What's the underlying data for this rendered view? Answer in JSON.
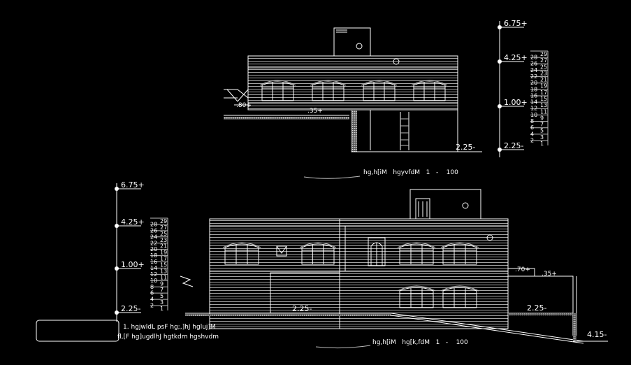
{
  "colors": {
    "background": "#000000",
    "lines": "#ffffff",
    "hatch": "#cfcfcf"
  },
  "top_view": {
    "title": "hg,h[iM   hgyvfdM   1   -    100",
    "levels": [
      "6.75+",
      "4.25+",
      "1.00+",
      "2.25-"
    ],
    "dims": {
      "stair": ".80+",
      "base": ".35+",
      "ground": "2.25-"
    },
    "step_numbers_left": [
      "28",
      "26",
      "24",
      "22",
      "20",
      "18",
      "16",
      "14",
      "12",
      "10",
      "8",
      "6",
      "4",
      "2"
    ],
    "step_numbers_right": [
      "29",
      "27",
      "25",
      "23",
      "21",
      "19",
      "17",
      "15",
      "13",
      "11",
      "9",
      "7",
      "5",
      "3",
      "1"
    ]
  },
  "bottom_view": {
    "title": "hg,h[iM   hg[k,fdM   1   -    100",
    "levels": [
      "6.75+",
      "4.25+",
      "1.00+",
      "2.25-"
    ],
    "dims": {
      "garage": "2.25-",
      "terrace_upper": ".70+",
      "terrace": ".35+",
      "terrace_ground": "2.25-",
      "low_ground": "4.15-"
    },
    "step_numbers_left": [
      "28",
      "26",
      "24",
      "22",
      "20",
      "18",
      "16",
      "14",
      "12",
      "10",
      "8",
      "6",
      "4",
      "2"
    ],
    "step_numbers_right": [
      "29",
      "27",
      "25",
      "23",
      "21",
      "19",
      "17",
      "15",
      "13",
      "11",
      "9",
      "7",
      "5",
      "3",
      "1"
    ]
  },
  "legend": {
    "line1": "1. hgjwldL psF hg;,]hJ hgluj]M",
    "line2": "fl,[F hg]ugdlhJ hgtkdm hgshvdm"
  }
}
